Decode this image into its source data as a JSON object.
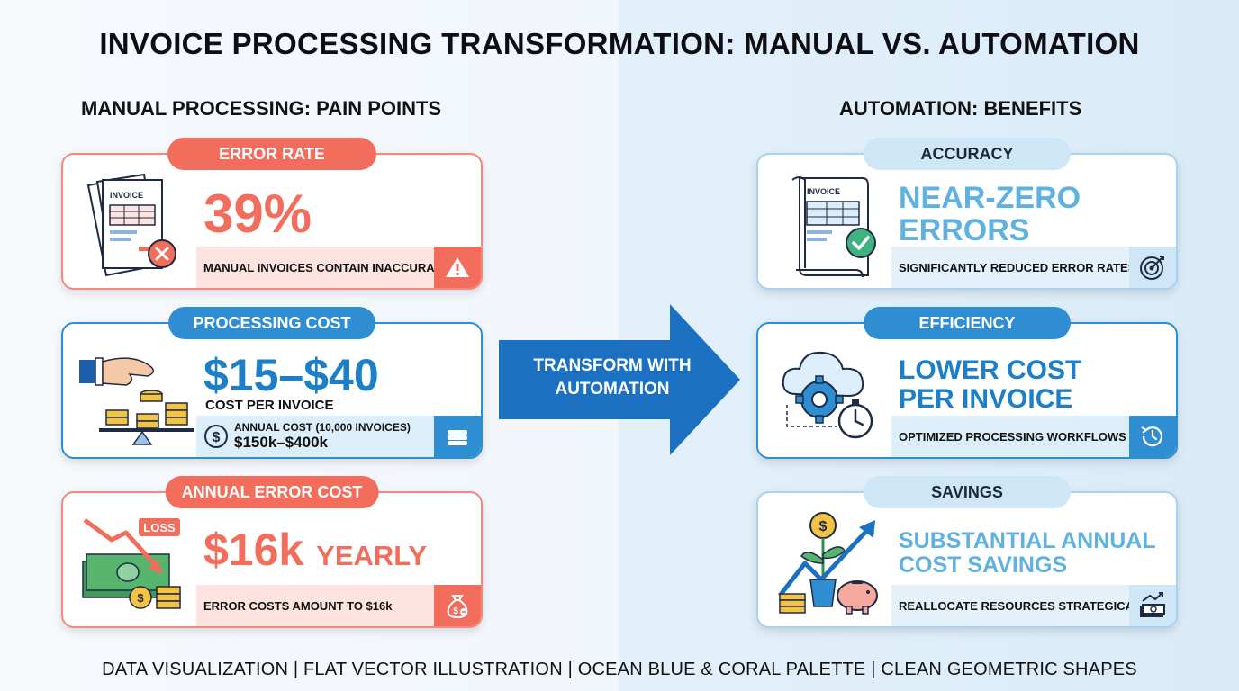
{
  "title": "INVOICE PROCESSING TRANSFORMATION: MANUAL VS. AUTOMATION",
  "left_heading": "MANUAL PROCESSING: PAIN POINTS",
  "right_heading": "AUTOMATION: BENEFITS",
  "manual": {
    "error_rate": {
      "label": "ERROR RATE",
      "value": "39%",
      "note": "MANUAL INVOICES CONTAIN INACCURACIES",
      "doc_label": "INVOICE",
      "icon": "warning-icon"
    },
    "processing_cost": {
      "label": "PROCESSING COST",
      "value": "$15–$40",
      "unit": "COST PER INVOICE",
      "annual_label": "ANNUAL COST (10,000 INVOICES)",
      "annual_value": "$150k–$400k",
      "icon": "coin-stack-icon"
    },
    "annual_error_cost": {
      "label": "ANNUAL ERROR COST",
      "value": "$16k",
      "value_suffix": "YEARLY",
      "badge": "LOSS",
      "note": "ERROR COSTS AMOUNT TO $16k",
      "icon": "money-bag-icon"
    }
  },
  "arrow": {
    "line1": "TRANSFORM WITH",
    "line2": "AUTOMATION"
  },
  "automation": {
    "accuracy": {
      "label": "ACCURACY",
      "line1": "NEAR-ZERO",
      "line2": "ERRORS",
      "note": "SIGNIFICANTLY REDUCED ERROR RATES",
      "doc_label": "INVOICE",
      "icon": "target-icon"
    },
    "efficiency": {
      "label": "EFFICIENCY",
      "line1": "LOWER COST",
      "line2": "PER INVOICE",
      "note": "OPTIMIZED PROCESSING WORKFLOWS",
      "icon": "clock-icon"
    },
    "savings": {
      "label": "SAVINGS",
      "line1": "SUBSTANTIAL ANNUAL",
      "line2": "COST SAVINGS",
      "note": "REALLOCATE RESOURCES STRATEGICALLY",
      "icon": "cash-growth-icon"
    }
  },
  "footer": "DATA VISUALIZATION  |  FLAT VECTOR ILLUSTRATION  |  OCEAN BLUE & CORAL PALETTE  |  CLEAN GEOMETRIC SHAPES",
  "colors": {
    "coral": "#f26d5c",
    "ocean_blue": "#2e8ed1",
    "light_blue": "#5fb2e0"
  }
}
